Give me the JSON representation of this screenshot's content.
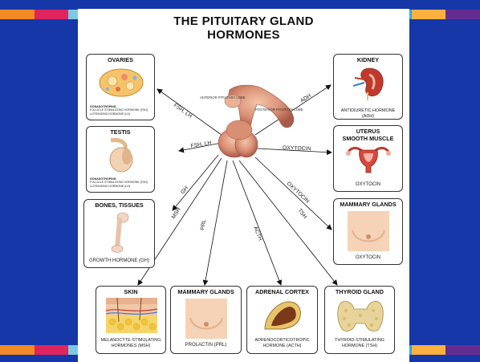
{
  "title": {
    "line1": "THE PITUITARY GLAND",
    "line2": "HORMONES"
  },
  "gland": {
    "anterior": "ANTERIOR PITUITARY LOBE",
    "posterior": "POSTERIOR PITUITARY LOBE"
  },
  "boxes": {
    "ovaries": {
      "title": "OVARIES",
      "note_head": "GONADOTROPINS:",
      "note1": "FOLLICLE STIMULATING HORMONE (FSH)",
      "note2": "LUTEINIZING HORMONE (LH)"
    },
    "testis": {
      "title": "TESTIS",
      "note_head": "GONADOTROPINS:",
      "note1": "FOLLICLE STIMULATING HORMONE (FSH)",
      "note2": "LUTEINIZING HORMONE (LH)"
    },
    "bones": {
      "title": "BONES, TISSUES",
      "caption": "GROWTH HORMONE (GH)"
    },
    "kidney": {
      "title": "KIDNEY",
      "caption": "ANTIDIURETIC HORMONE (ADH)"
    },
    "uterus": {
      "title1": "UTERUS",
      "title2": "SMOOTH MUSCLE",
      "caption": "OXYTOCIN"
    },
    "mammary_right": {
      "title": "MAMMARY GLANDS",
      "caption": "OXYTOCIN"
    },
    "skin": {
      "title": "SKIN",
      "caption1": "MELANOCYTE-STIMULATING",
      "caption2": "HORMONES (MSH)"
    },
    "mammary_bottom": {
      "title": "MAMMARY GLANDS",
      "caption": "PROLACTIN (PRL)"
    },
    "adrenal": {
      "title": "ADRENAL CORTEX",
      "caption1": "ADRENOCORTICOTROPIC",
      "caption2": "HORMONE (ACTH)"
    },
    "thyroid": {
      "title": "THYROID GLAND",
      "caption1": "THYROID-STIMULATING",
      "caption2": "HORMONE (TSH)"
    }
  },
  "arrows": {
    "ovaries": "FSH, LH",
    "testis": "FSH, LH",
    "kidney": "ADH",
    "uterus": "OXYTOCIN",
    "mammary_right": "OXYTOCIN",
    "bones": "GH",
    "skin": "MSH",
    "mammary_bottom": "PRL",
    "adrenal": "ACTH",
    "thyroid": "TSH"
  },
  "colors": {
    "background": "#1537a8",
    "stripes": [
      "#f28a26",
      "#e0245e",
      "#7ec8e3",
      "#8dc63f",
      "#fdb913",
      "#3a7fc1",
      "#c1272d",
      "#5bc0be",
      "#f7941d",
      "#a6ce39",
      "#ed1c24",
      "#29abe2",
      "#fbb040",
      "#662d91"
    ]
  }
}
